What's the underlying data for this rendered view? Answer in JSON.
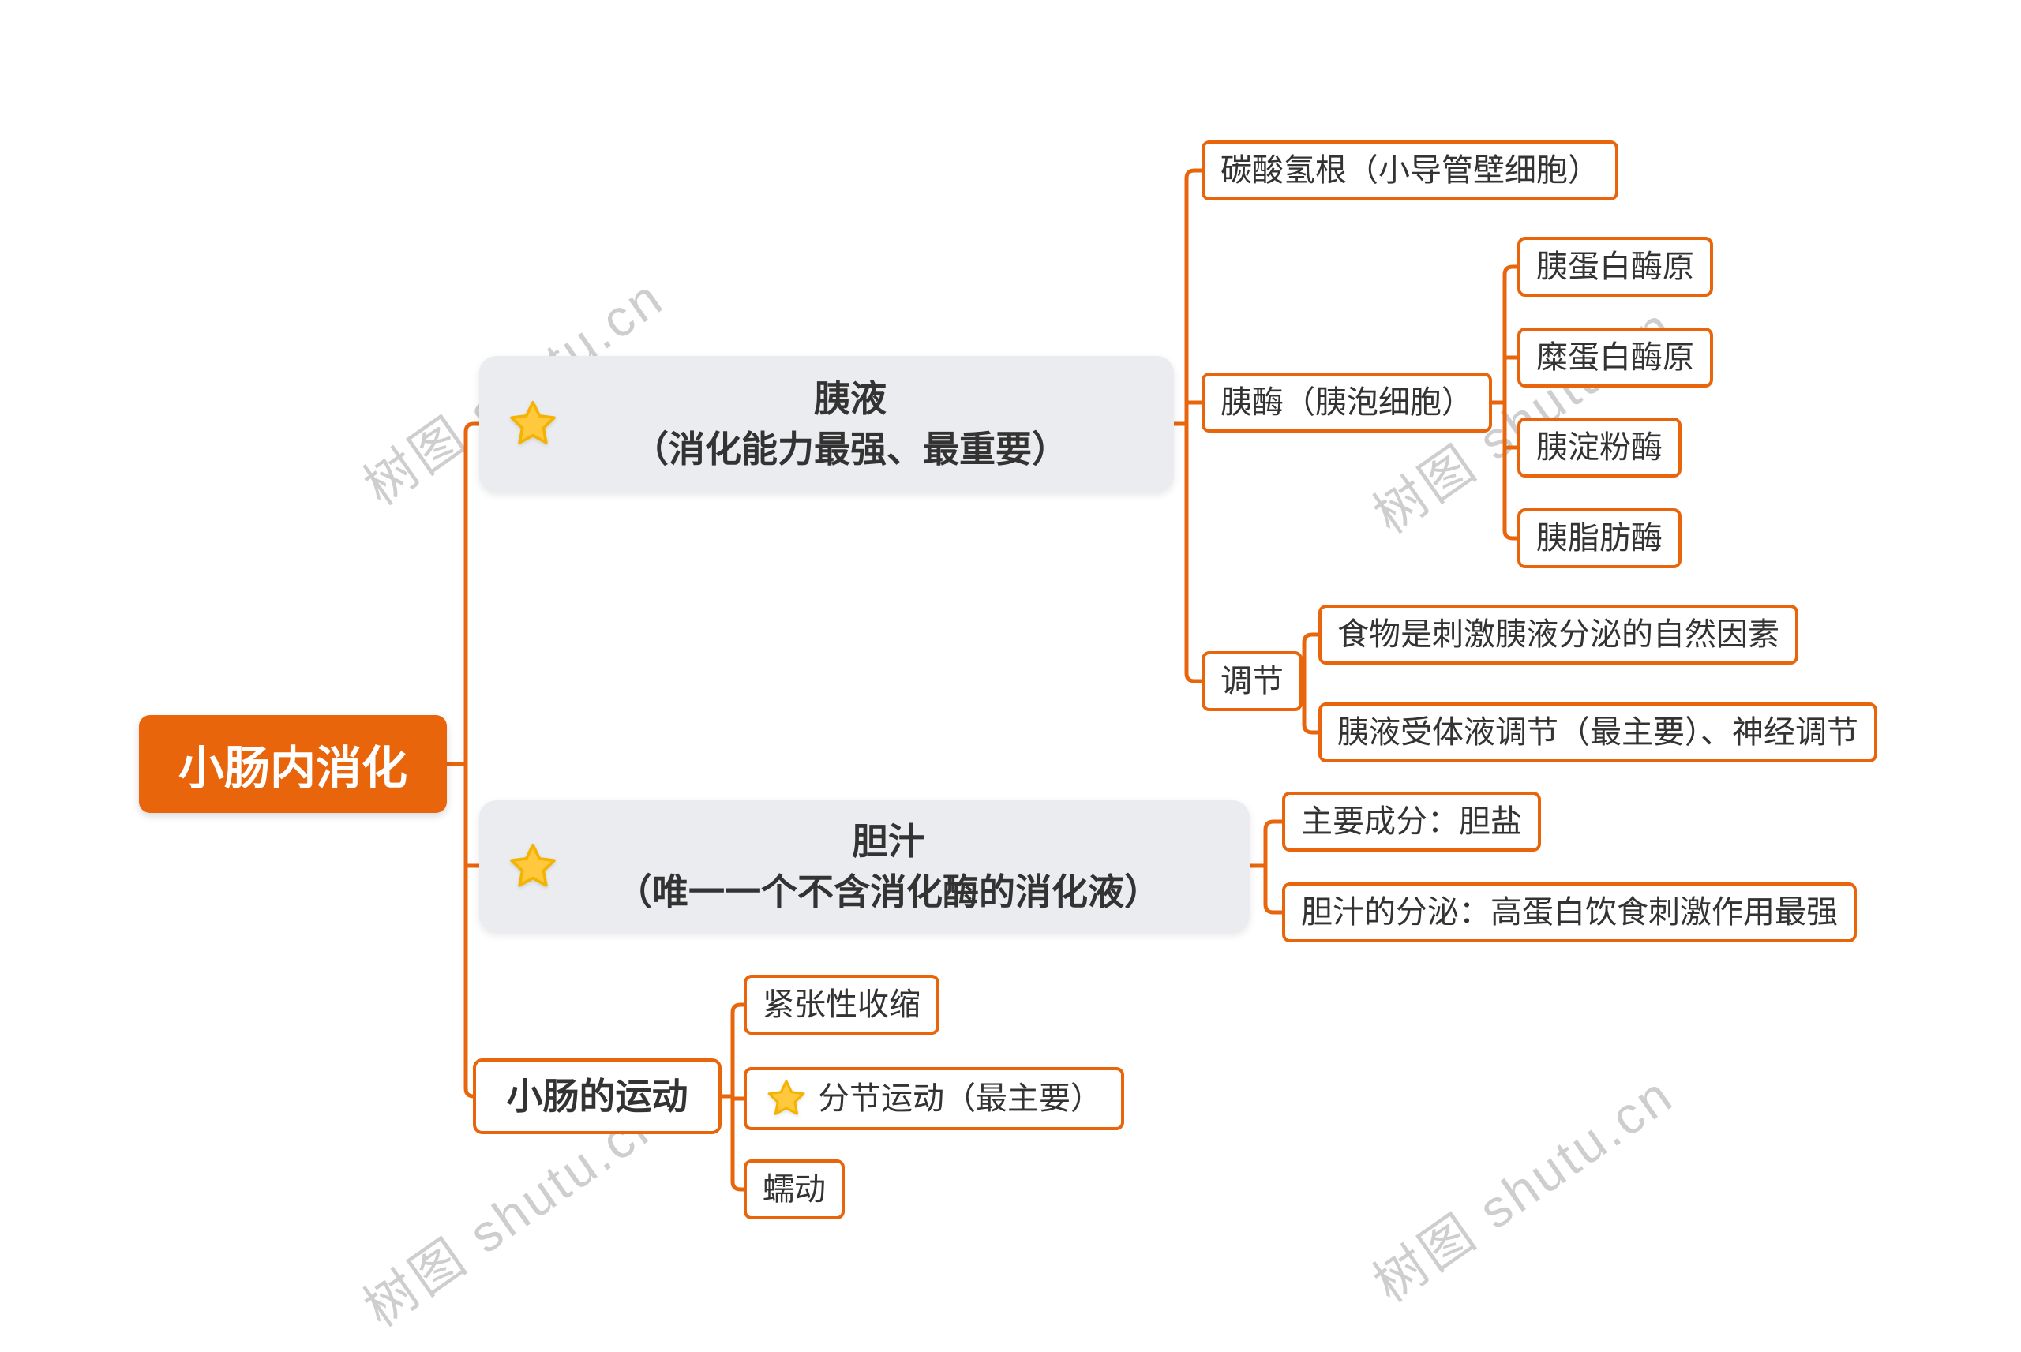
{
  "root": {
    "label": "小肠内消化"
  },
  "pancreatic_juice": {
    "line1": "胰液",
    "line2": "（消化能力最强、最重要）",
    "bicarbonate": "碳酸氢根（小导管壁细胞）",
    "enzymes": {
      "label": "胰酶（胰泡细胞）",
      "trypsinogen": "胰蛋白酶原",
      "chymotrypsinogen": "糜蛋白酶原",
      "amylase": "胰淀粉酶",
      "lipase": "胰脂肪酶"
    },
    "regulation": {
      "label": "调节",
      "food": "食物是刺激胰液分泌的自然因素",
      "humoral": "胰液受体液调节（最主要）、神经调节"
    }
  },
  "bile": {
    "line1": "胆汁",
    "line2": "（唯一一个不含消化酶的消化液）",
    "component": "主要成分：胆盐",
    "secretion": "胆汁的分泌：高蛋白饮食刺激作用最强"
  },
  "movement": {
    "label": "小肠的运动",
    "tonic": "紧张性收缩",
    "segmentation": "分节运动（最主要）",
    "peristalsis": "蠕动"
  },
  "watermark": "树图 shutu.cn",
  "colors": {
    "accent": "#E8650C",
    "topic_fill": "#EAECEF",
    "text": "#333333",
    "star": "#FFC83D"
  }
}
